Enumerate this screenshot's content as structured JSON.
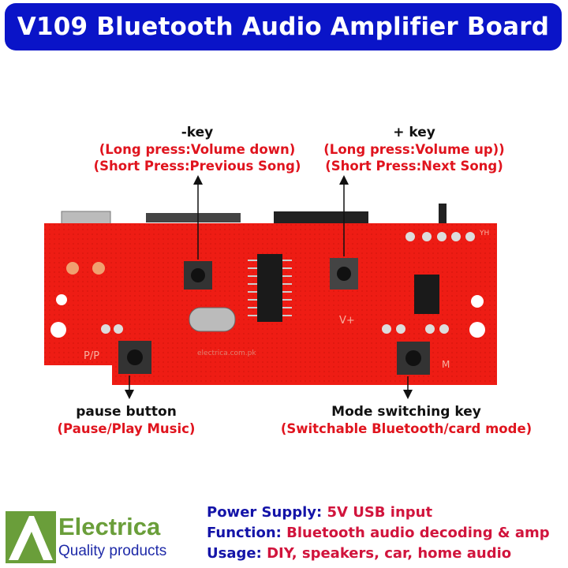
{
  "title": "V109 Bluetooth Audio Amplifier Board",
  "callouts": {
    "minus_key": {
      "name": "-key",
      "line1": "(Long press:Volume down)",
      "line2": "(Short Press:Previous Song)"
    },
    "plus_key": {
      "name": "+ key",
      "line1": "(Long press:Volume up))",
      "line2": "(Short Press:Next Song)"
    },
    "pause": {
      "name": "pause button",
      "line1": "(Pause/Play Music)"
    },
    "mode": {
      "name": "Mode switching key",
      "line1": "(Switchable Bluetooth/card mode)"
    }
  },
  "board_marks": {
    "pp": "P/P",
    "vplus": "V+",
    "m": "M",
    "yh": "YH",
    "site": "electrica.com.pk"
  },
  "specs": [
    {
      "label": "Power Supply:",
      "value": "5V USB input"
    },
    {
      "label": "Function:",
      "value": "Bluetooth audio decoding & amp"
    },
    {
      "label": "Usage:",
      "value": "DIY, speakers, car, home audio"
    }
  ],
  "brand": {
    "name": "Electrica",
    "tagline": "Quality products"
  },
  "colors": {
    "banner": "#0a14c8",
    "board": "#ee1c14",
    "label_red": "#e0141e",
    "spec_blue": "#1414a8",
    "brand_green": "#6a9e3a"
  }
}
